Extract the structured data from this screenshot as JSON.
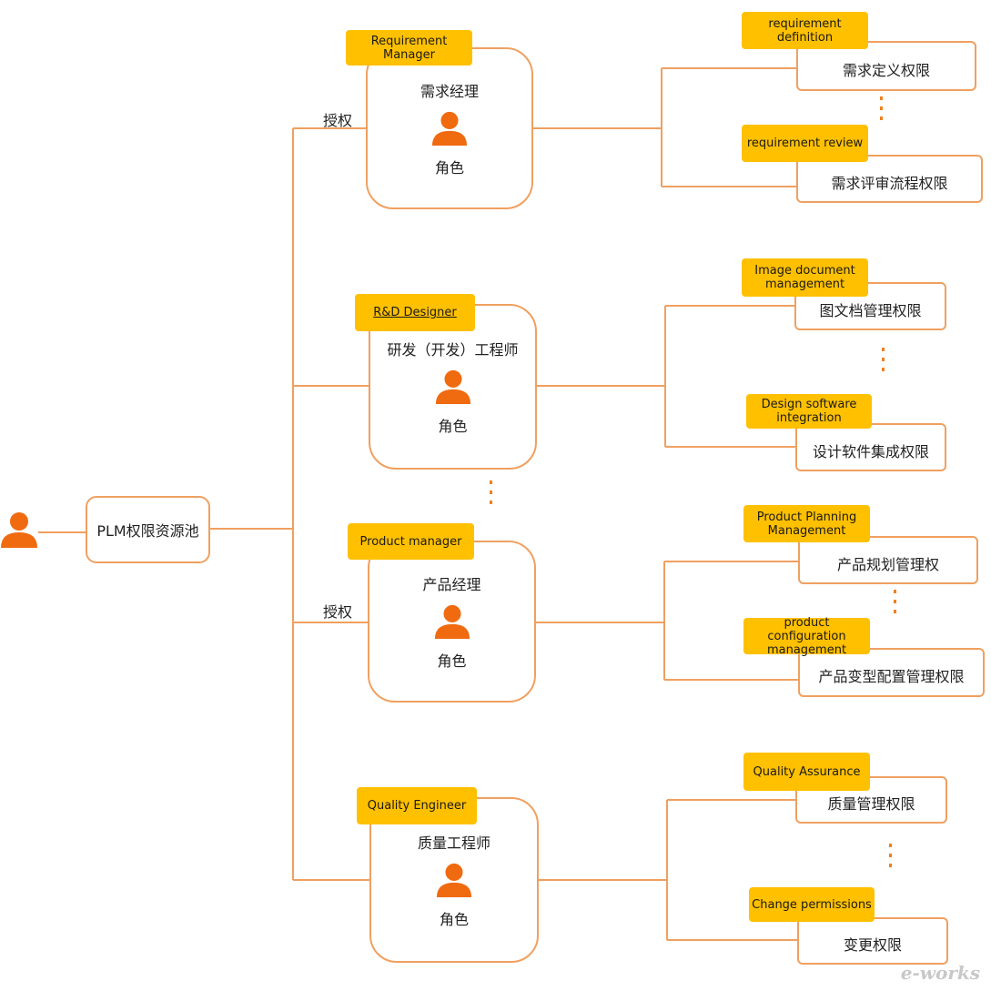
{
  "pool": {
    "label": "PLM权限资源池"
  },
  "auth_labels": [
    "授权",
    "授权"
  ],
  "roles": [
    {
      "en": "Requirement Manager",
      "cn": "需求经理",
      "tag": "角色",
      "permissions": [
        {
          "en": "requirement definition",
          "cn": "需求定义权限"
        },
        {
          "en": "requirement review",
          "cn": "需求评审流程权限"
        }
      ]
    },
    {
      "en": "R&D Designer",
      "cn": "研发（开发）工程师",
      "tag": "角色",
      "permissions": [
        {
          "en": "Image document management",
          "cn": "图文档管理权限"
        },
        {
          "en": "Design software integration",
          "cn": "设计软件集成权限"
        }
      ]
    },
    {
      "en": "Product manager",
      "cn": "产品经理",
      "tag": "角色",
      "permissions": [
        {
          "en": "Product Planning Management",
          "cn": "产品规划管理权"
        },
        {
          "en": "product configuration management",
          "cn": "产品变型配置管理权限"
        }
      ]
    },
    {
      "en": "Quality Engineer",
      "cn": "质量工程师",
      "tag": "角色",
      "permissions": [
        {
          "en": "Quality Assurance",
          "cn": "质量管理权限"
        },
        {
          "en": "Change permissions",
          "cn": "变更权限"
        }
      ]
    }
  ],
  "watermark": "e-works",
  "colors": {
    "line": "#f0a060",
    "label_bg": "#ffc000",
    "icon": "#f06a10"
  }
}
